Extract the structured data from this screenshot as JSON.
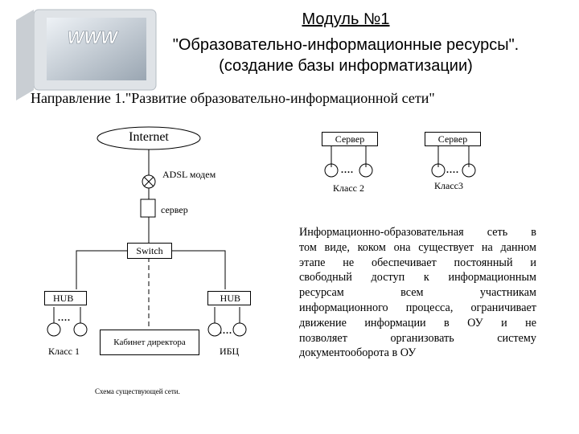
{
  "header": {
    "title_line1": "Модуль №1",
    "title_line2": "\"Образовательно-информационные ресурсы\".",
    "title_line3": "(создание базы информатизации)",
    "direction": "Направление 1.\"Развитие образовательно-информационной сети\"",
    "logo_text": "WWW"
  },
  "diagram": {
    "internet": "Internet",
    "adsl": "ADSL модем",
    "server_local": "сервер",
    "switch": "Switch",
    "hub_left": "HUB",
    "hub_right": "HUB",
    "class1": "Класс 1",
    "director": "Кабинет директора",
    "ibc": "ИБЦ",
    "server2": "Сервер",
    "server3": "Сервер",
    "class2": "Класс 2",
    "class3": "Класс3",
    "dots": "....",
    "caption": "Схема существующей сети."
  },
  "description": {
    "lines": [
      "Информационно-образовательная сеть в",
      "том виде, коком она существует на данном",
      "этапе не обеспечивает постоянный и",
      "свободный доступ к информационным",
      "ресурсам всем участникам",
      "информационного процесса, ограничивает",
      "движение информации в ОУ и не",
      "позволяет организовать систему",
      "документооборота в ОУ"
    ]
  }
}
